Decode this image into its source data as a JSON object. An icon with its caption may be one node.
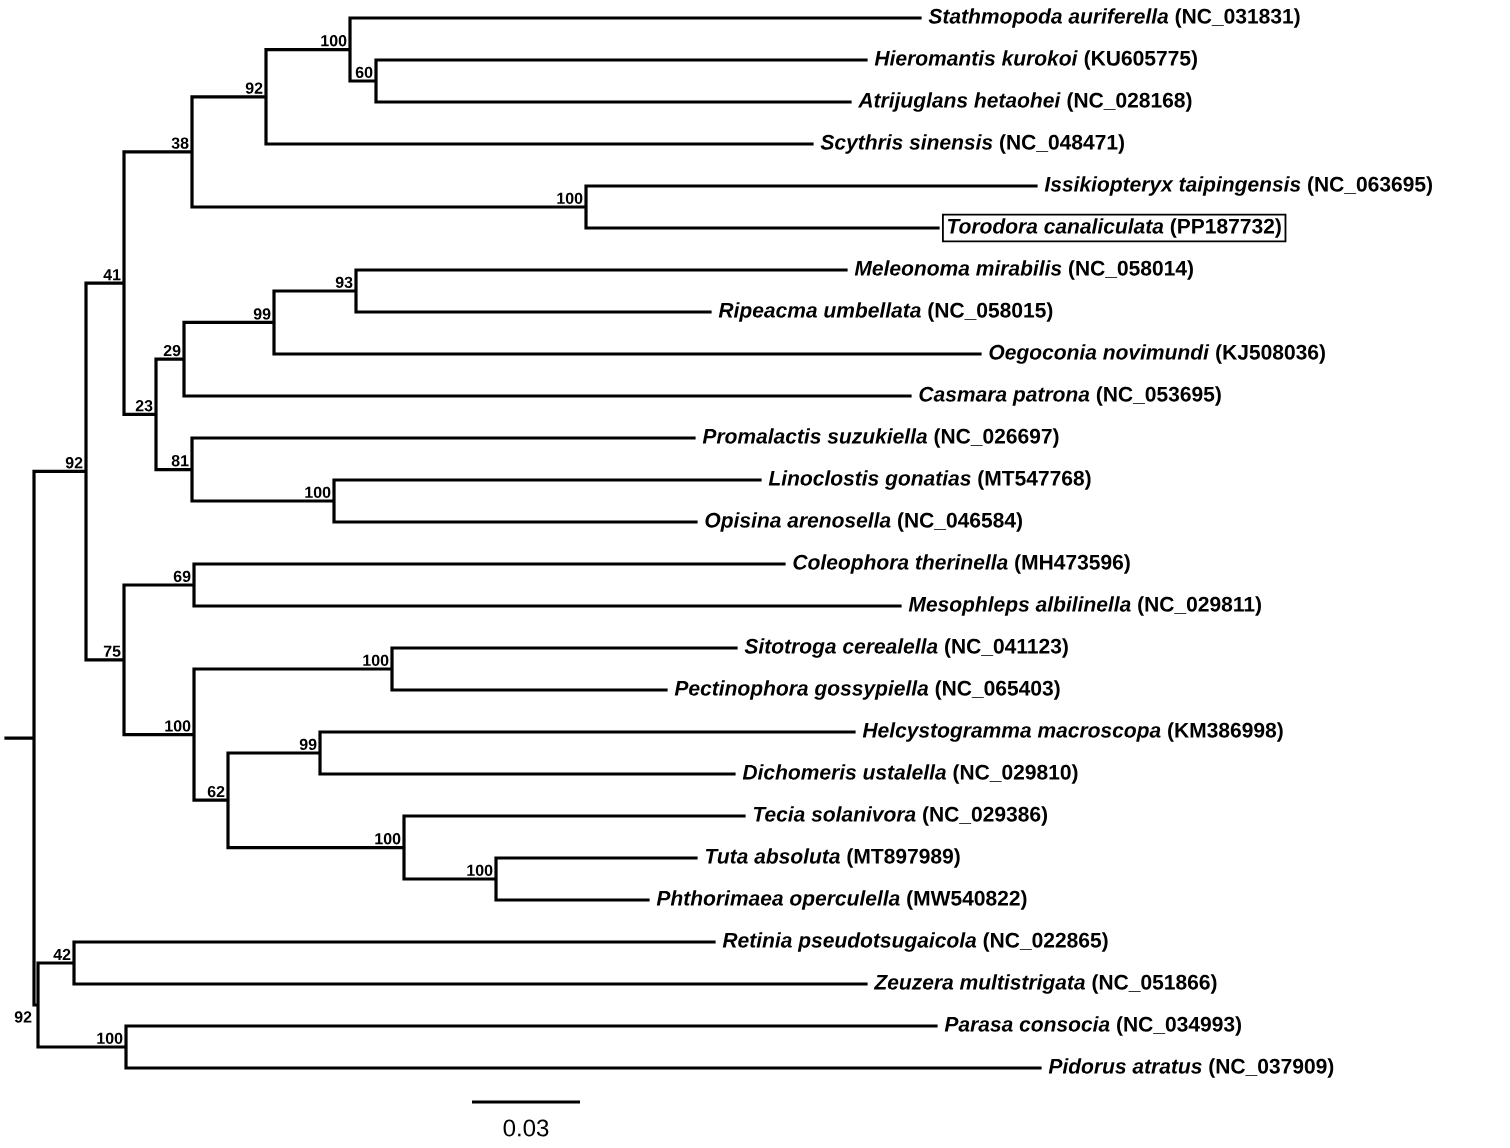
{
  "diagram": {
    "nodes": [
      {
        "text": [
          "*Torodora canaliculata* (PP187732)"
        ]
      }
    ],
    "labels": [
      "100",
      "*Stathmopoda auriferella* (NC_031831)",
      "60",
      "*Hieromantis kurokoi* (KU605775)",
      "92",
      "*Atrijuglans hetaohei* (NC_028168)",
      "38",
      "*Scythris sinensis* (NC_048471)",
      "100",
      "*Issikiopteryx taipingensis* (NC_063695)",
      "93",
      "*Meleonoma mirabilis* (NC_058014)",
      "41",
      "99",
      "*Ripeacma umbellata* (NC_058015)",
      "29",
      "*Oegoconia novimundi* (KJ508036)",
      "23",
      "*Casmara patrona* (NC_053695)",
      "92",
      "81",
      "*Promalactis suzukiella* (NC_026697)",
      "100",
      "*Linoclostis gonatias* (MT547768)",
      "*Opisina arenosella* (NC_046584)",
      "69",
      "*Coleophora therinella* (MH473596)",
      "*Mesophleps albilinella* (NC_029811)",
      "75",
      "100",
      "*Sitotroga cerealella* (NC_041123)",
      "*Pectinophora gossypiella* (NC_065403)",
      "100",
      "99",
      "*Helcystogramma macroscopa* (KM386998)",
      "62",
      "*Dichomeris ustalella* (NC_029810)",
      "100",
      "*Tecia solanivora* (NC_029386)",
      "100",
      "*Tuta absoluta* (MT897989)",
      "*Phthorimaea operculella* (MW540822)",
      "42",
      "*Retinia pseudotsugaicola* (NC_022865)",
      "*Zeuzera multistrigata* (NC_051866)",
      "92",
      "100",
      "*Parasa consocia* (NC_034993)",
      "*Pidorus atratus* (NC_037909)",
      "0.03"
    ]
  }
}
